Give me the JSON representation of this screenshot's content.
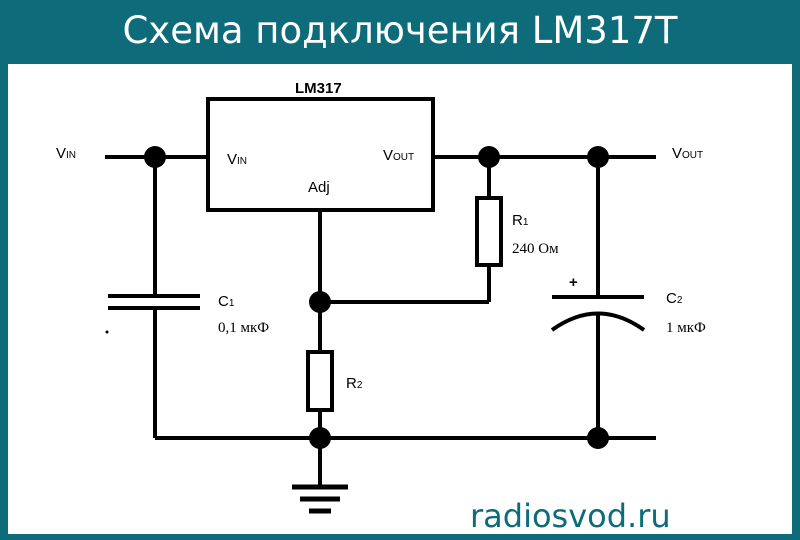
{
  "title": "Схема подключения LM317T",
  "watermark": "radiosvod.ru",
  "colors": {
    "frame": "#0d6b7a",
    "wire": "#000000",
    "background": "#ffffff"
  },
  "schematic": {
    "ic": {
      "name": "LM317",
      "pin_in": "V",
      "pin_in_sub": "IN",
      "pin_out": "V",
      "pin_out_sub": "OUT",
      "pin_adj": "Adj"
    },
    "terminals": {
      "vin": {
        "label": "V",
        "sub": "IN"
      },
      "vout": {
        "label": "V",
        "sub": "OUT"
      }
    },
    "components": {
      "r1": {
        "ref": "R",
        "ref_sub": "1",
        "value": "240 Ом"
      },
      "r2": {
        "ref": "R",
        "ref_sub": "2"
      },
      "c1": {
        "ref": "C",
        "ref_sub": "1",
        "value": "0,1 мкФ"
      },
      "c2": {
        "ref": "C",
        "ref_sub": "2",
        "value": "1 мкФ",
        "polarity": "+"
      }
    }
  }
}
